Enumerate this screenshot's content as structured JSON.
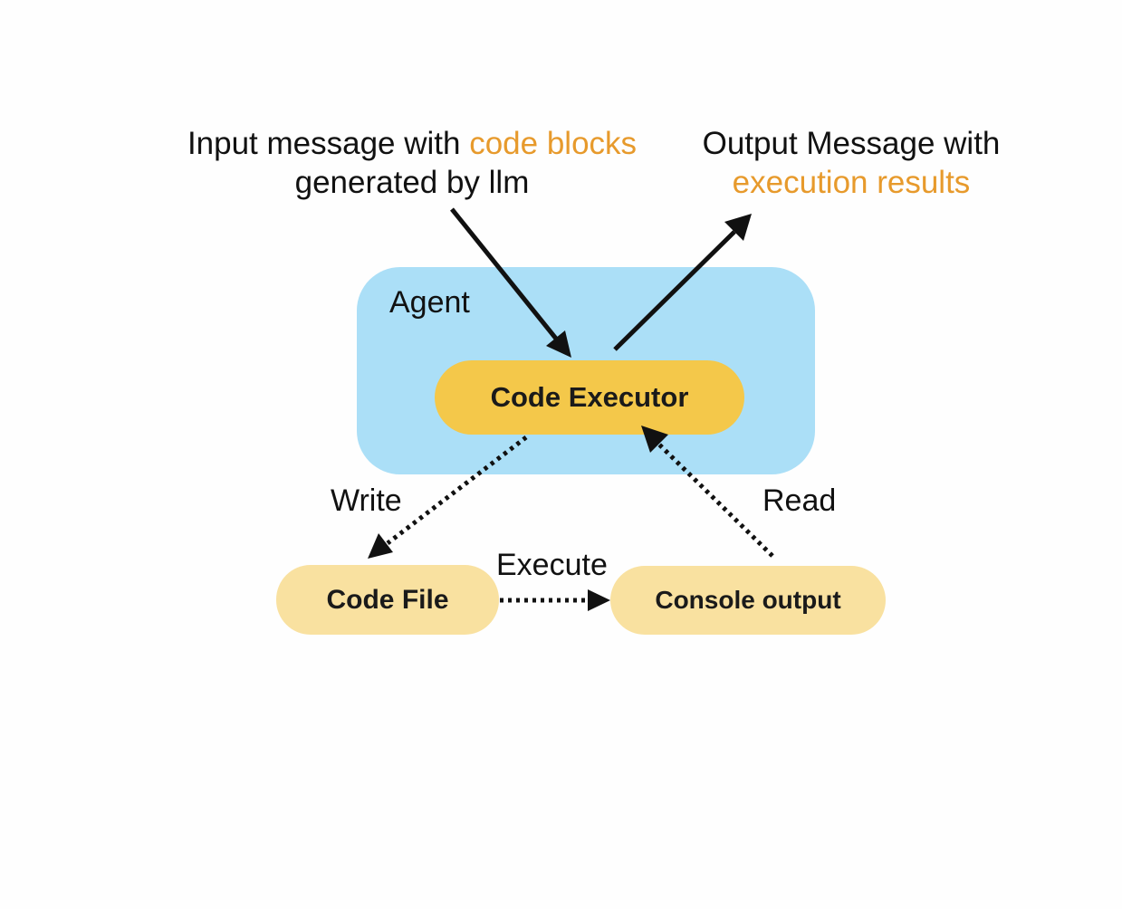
{
  "captions": {
    "input": {
      "line1_prefix": "Input message with ",
      "line1_highlight": "code blocks",
      "line2": "generated by llm"
    },
    "output": {
      "line1": "Output Message with",
      "line2_highlight": "execution results"
    }
  },
  "agent": {
    "label": "Agent",
    "executor_label": "Code Executor"
  },
  "nodes": {
    "code_file": "Code File",
    "console_output": "Console output"
  },
  "edges": {
    "write": "Write",
    "read": "Read",
    "execute": "Execute"
  },
  "colors": {
    "highlight_text": "#e79a2c",
    "agent_box": "#abdff7",
    "executor_pill": "#f4c84a",
    "node_pill": "#f9e1a0",
    "arrow": "#111111"
  }
}
